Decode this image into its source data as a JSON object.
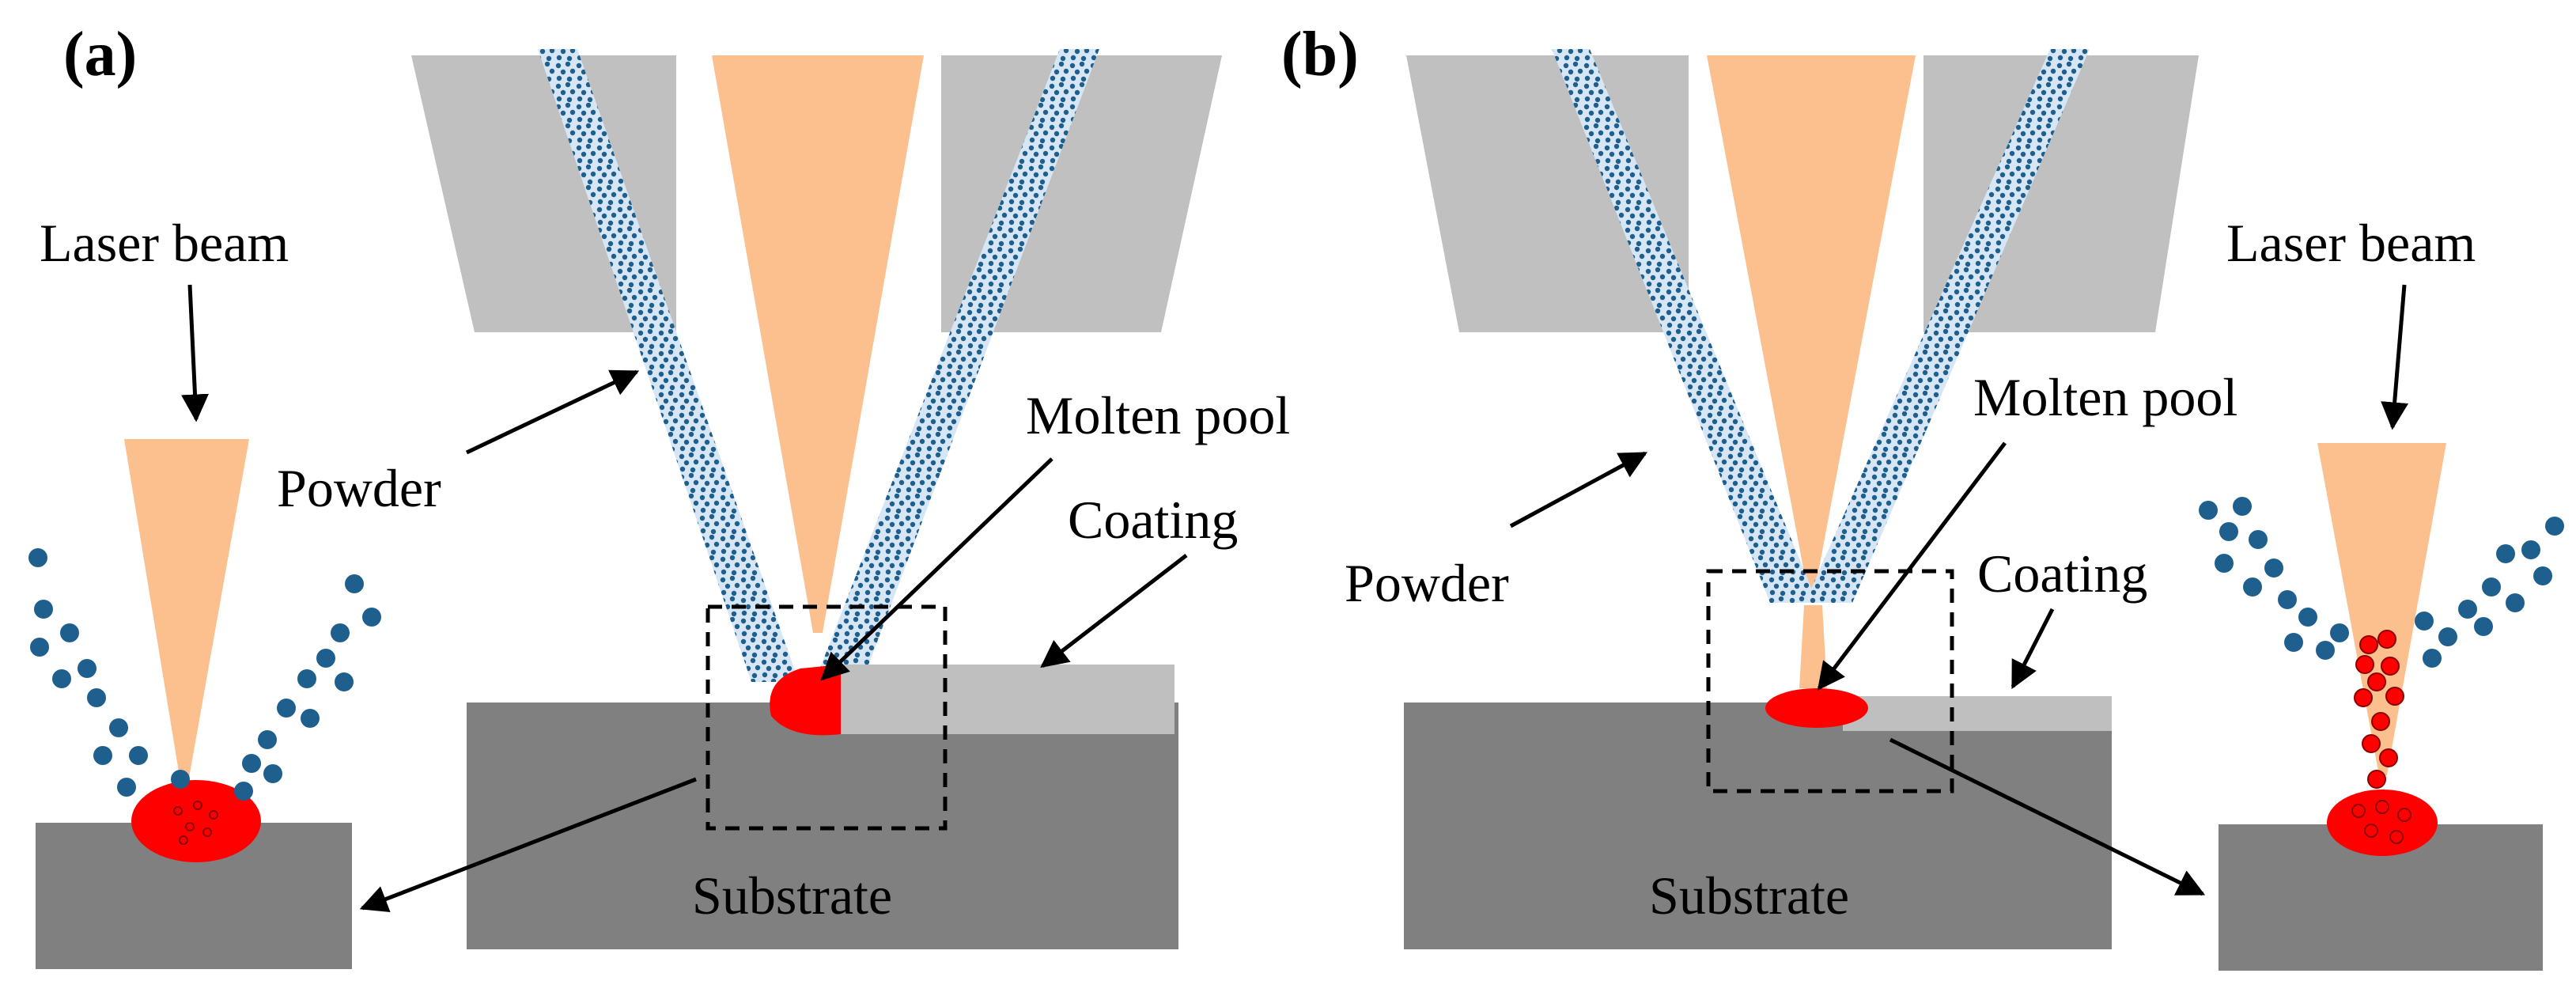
{
  "panels": {
    "a": {
      "letter": "(a)",
      "laser_beam": "Laser beam",
      "powder": "Powder",
      "molten_pool": "Molten pool",
      "coating": "Coating",
      "substrate": "Substrate"
    },
    "b": {
      "letter": "(b)",
      "laser_beam": "Laser beam",
      "powder": "Powder",
      "molten_pool": "Molten pool",
      "coating": "Coating",
      "substrate": "Substrate"
    }
  },
  "colors": {
    "nozzle": "#c0c0c0",
    "laser": "#fbc08e",
    "powder_stream": "#d6e6f4",
    "powder_particle": "#1e5f8e",
    "molten_pool": "#ff0000",
    "substrate": "#808080",
    "coating": "#bfbfbf"
  }
}
